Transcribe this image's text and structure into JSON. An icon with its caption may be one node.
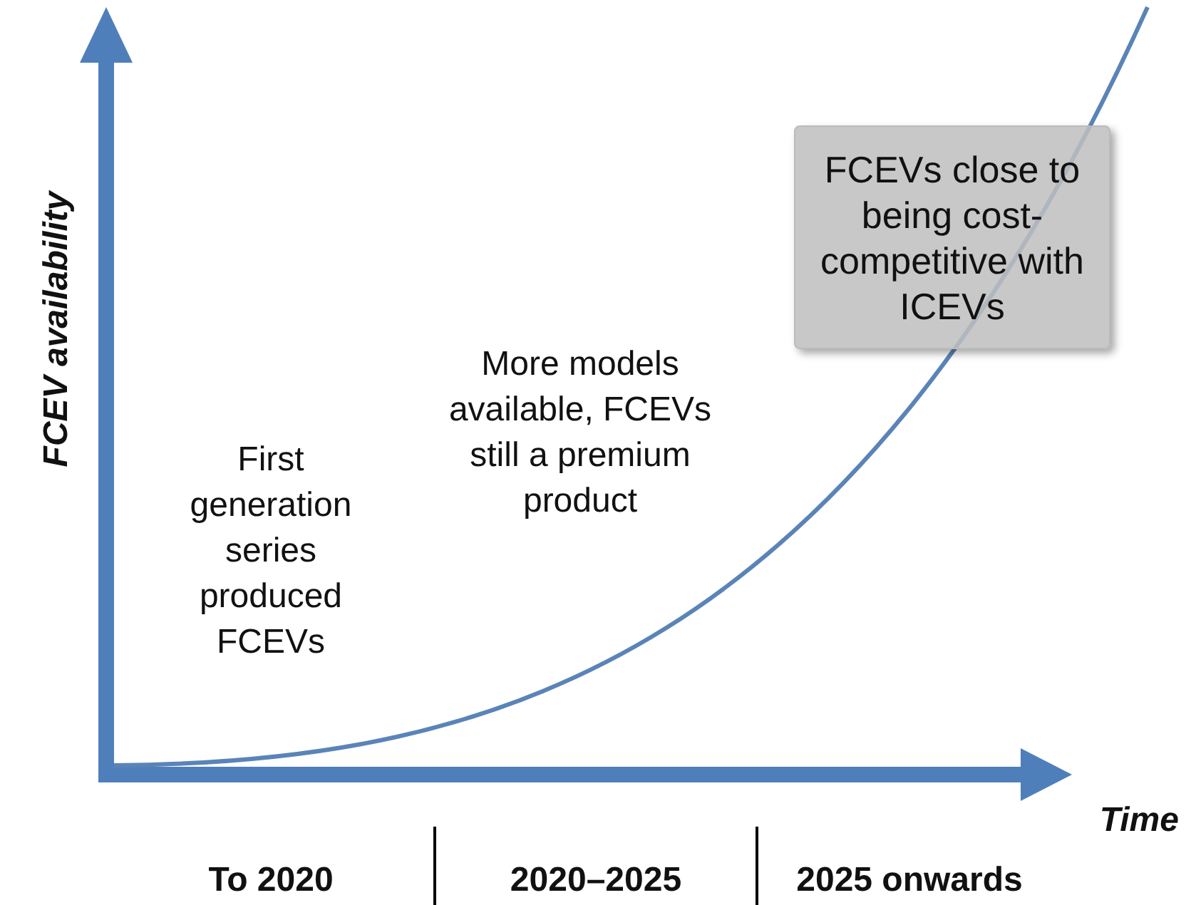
{
  "diagram": {
    "nodes": [
      {
        "text": [
          "FCEVs close to being cost-competitive with ICEVs"
        ]
      }
    ],
    "labels": [
      "FCEV availability",
      "First generation series produced FCEVs",
      "More models available, FCEVs still a premium product",
      "Time",
      "To 2020",
      "2020–2025",
      "2025 onwards"
    ]
  }
}
